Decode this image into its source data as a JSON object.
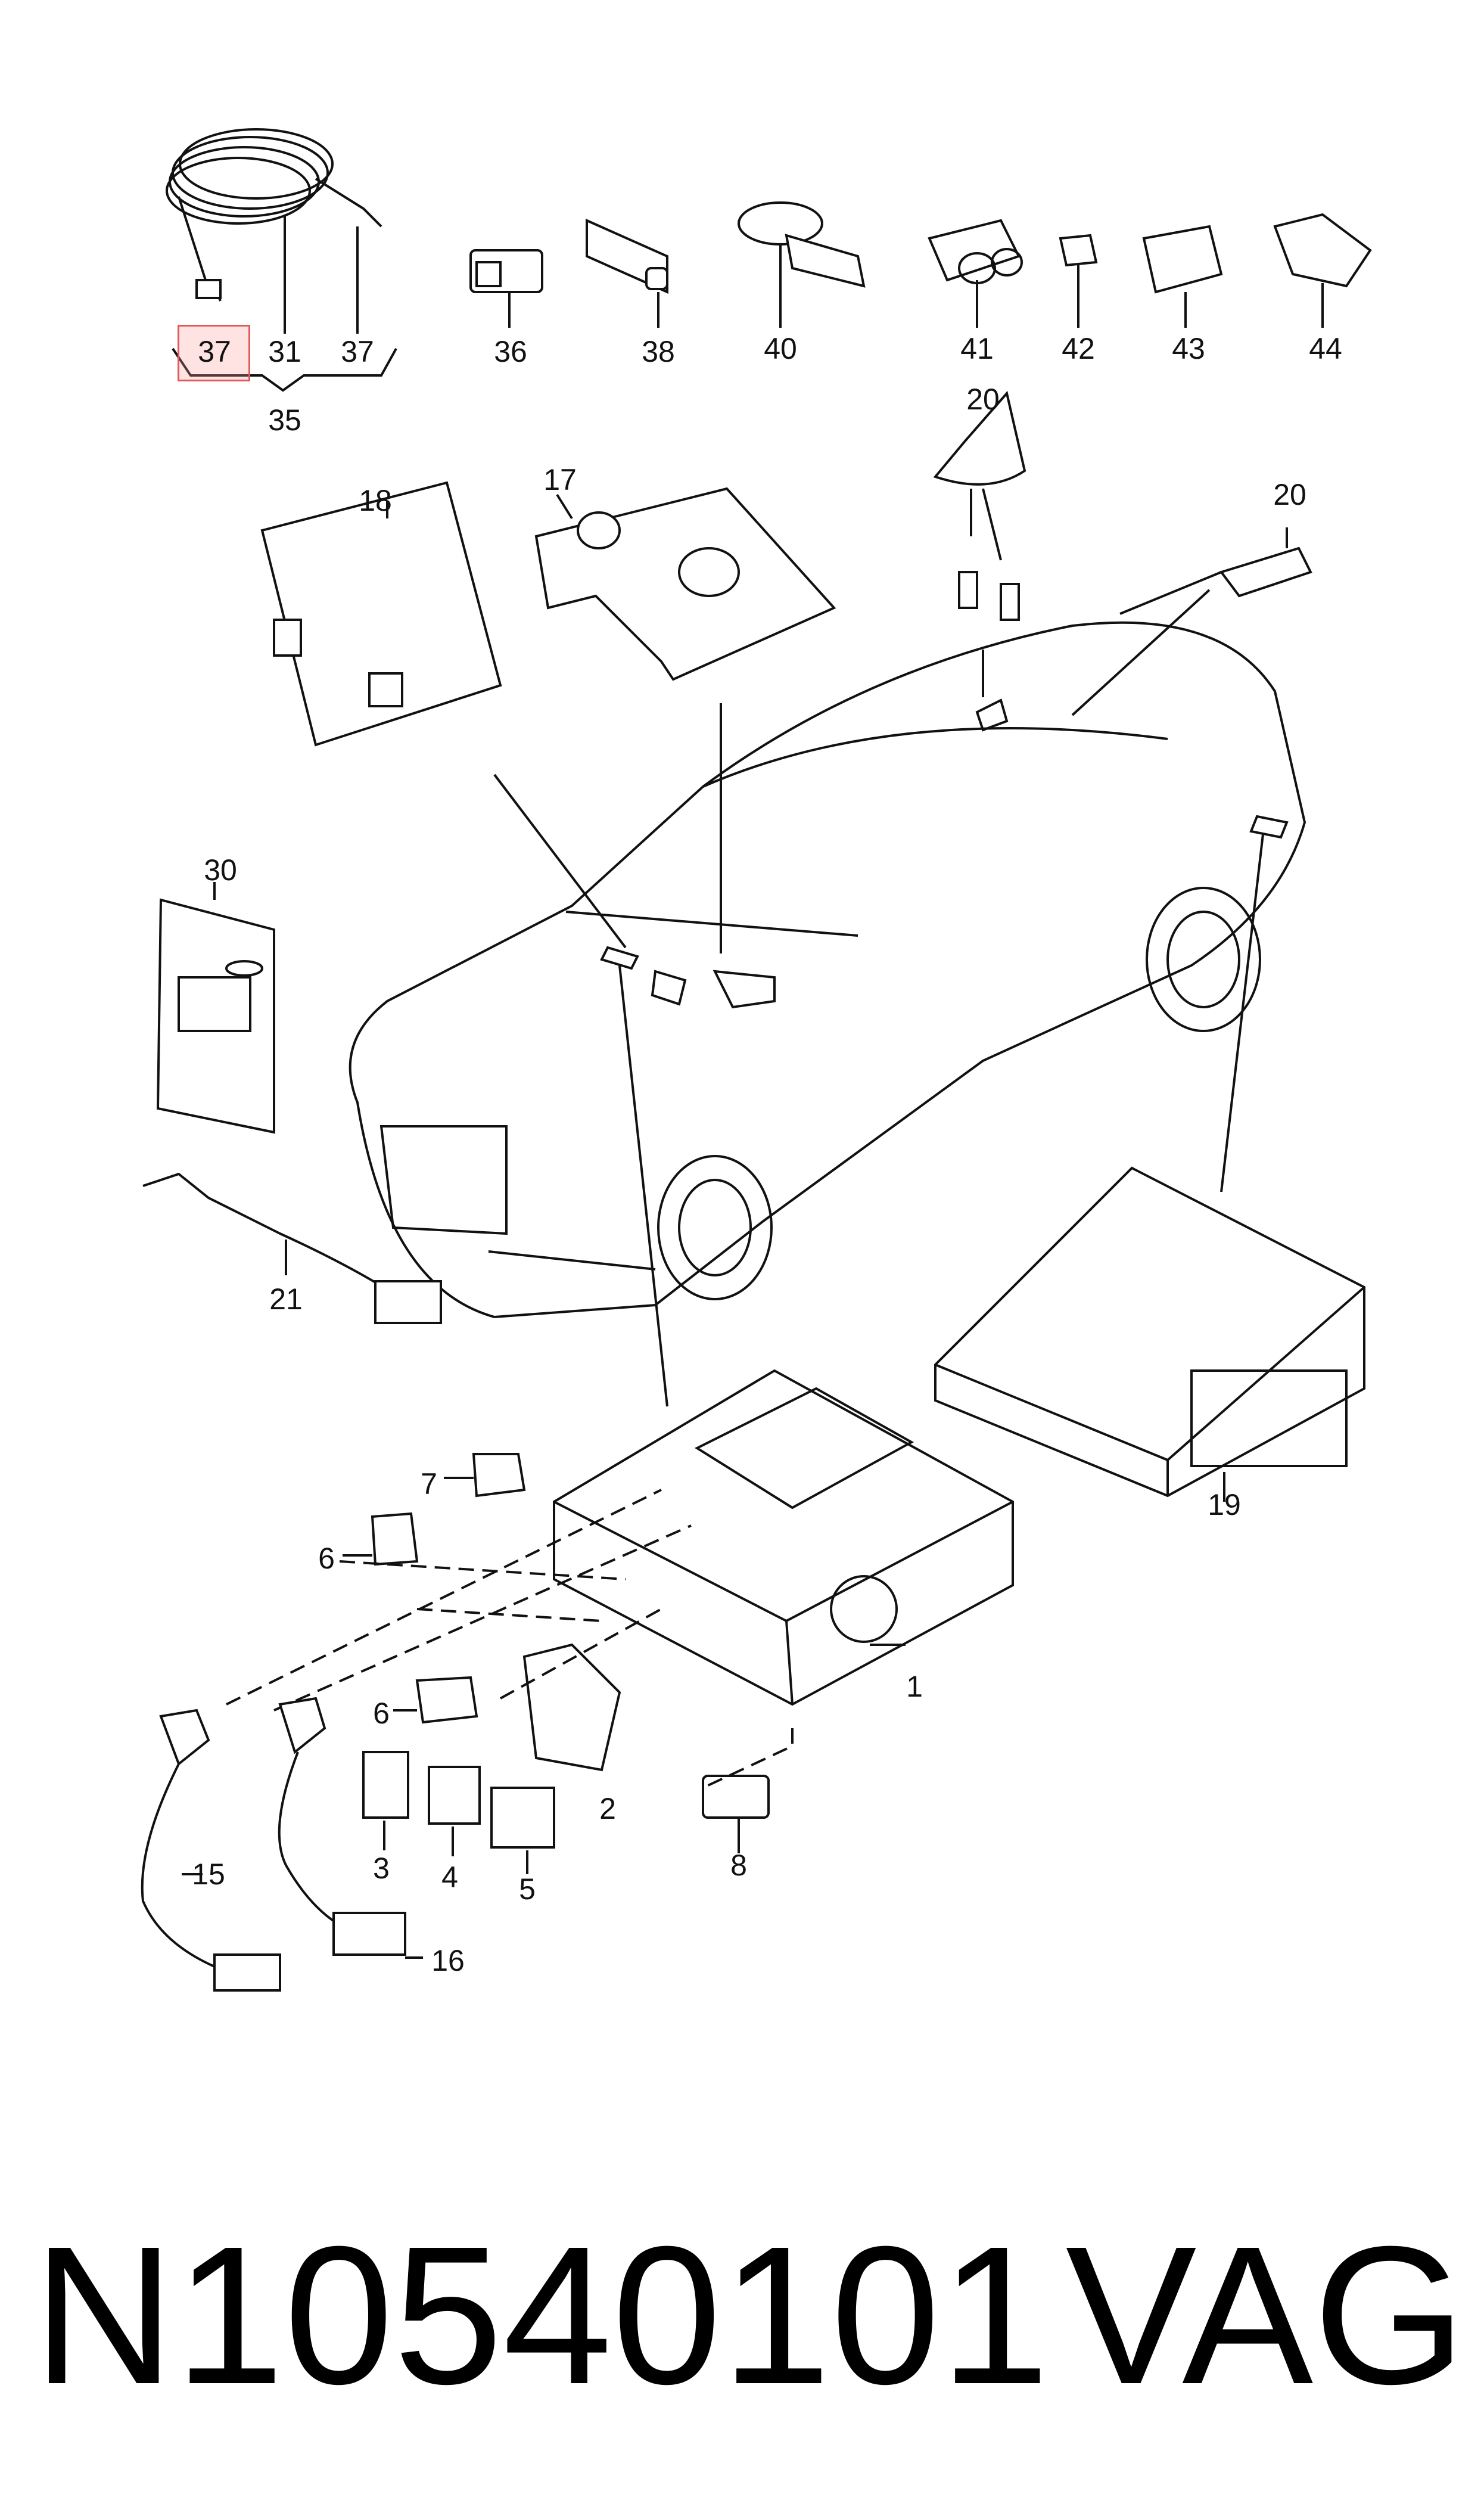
{
  "callouts": {
    "p37a": "37",
    "p31": "31",
    "p37b": "37",
    "p35": "35",
    "p36": "36",
    "p38": "38",
    "p40": "40",
    "p41": "41",
    "p42": "42",
    "p43": "43",
    "p44": "44",
    "p20a": "20",
    "p20b": "20",
    "p18": "18",
    "p17": "17",
    "p30": "30",
    "p21": "21",
    "p19": "19",
    "p7": "7",
    "p6a": "6",
    "p6b": "6",
    "p1": "1",
    "p2": "2",
    "p3": "3",
    "p4": "4",
    "p5": "5",
    "p8": "8",
    "p15": "15",
    "p16": "16"
  },
  "footer": {
    "part_code": "N10540101",
    "brand": "VAG"
  }
}
